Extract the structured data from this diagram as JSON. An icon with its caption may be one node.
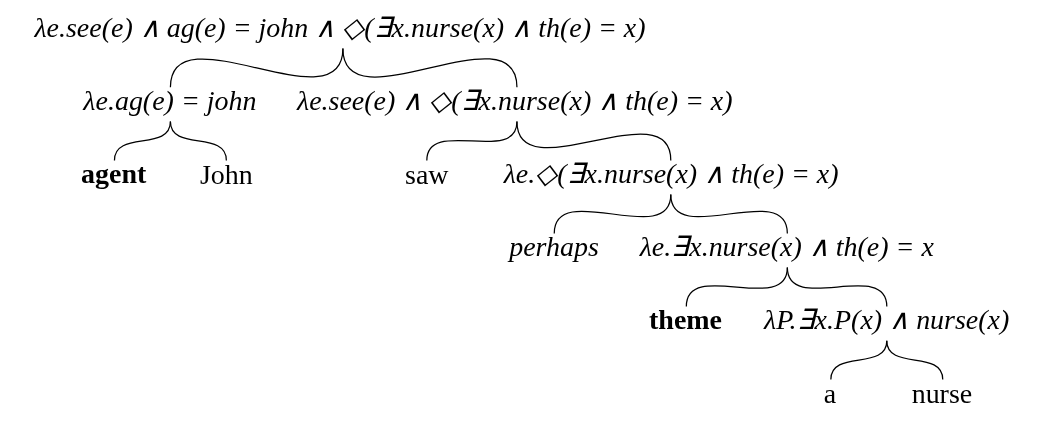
{
  "diagram": {
    "nodes": [
      {
        "text": [
          "λe.see(e) ∧ ag(e) = john ∧ ◇(∃x.nurse(x) ∧ th(e) = x)"
        ]
      },
      {
        "text": [
          "λe.ag(e) = john"
        ]
      },
      {
        "text": [
          "λe.see(e) ∧ ◇(∃x.nurse(x) ∧ th(e) = x)"
        ]
      },
      {
        "text": [
          "agent"
        ]
      },
      {
        "text": [
          "John"
        ]
      },
      {
        "text": [
          "saw"
        ]
      },
      {
        "text": [
          "λe.◇(∃x.nurse(x) ∧ th(e) = x)"
        ]
      },
      {
        "text": [
          "perhaps"
        ]
      },
      {
        "text": [
          "λe.∃x.nurse(x) ∧ th(e) = x"
        ]
      },
      {
        "text": [
          "theme"
        ]
      },
      {
        "text": [
          "λP.∃x.P(x) ∧ nurse(x)"
        ]
      },
      {
        "text": [
          "a"
        ]
      },
      {
        "text": [
          "nurse"
        ]
      }
    ],
    "edges": [
      {
        "from": 0,
        "to": 1,
        "arrow": "none"
      },
      {
        "from": 0,
        "to": 2,
        "arrow": "none"
      },
      {
        "from": 1,
        "to": 3,
        "arrow": "none"
      },
      {
        "from": 1,
        "to": 4,
        "arrow": "none"
      },
      {
        "from": 2,
        "to": 5,
        "arrow": "none"
      },
      {
        "from": 2,
        "to": 6,
        "arrow": "none"
      },
      {
        "from": 6,
        "to": 7,
        "arrow": "none"
      },
      {
        "from": 6,
        "to": 8,
        "arrow": "none"
      },
      {
        "from": 8,
        "to": 9,
        "arrow": "none"
      },
      {
        "from": 8,
        "to": 10,
        "arrow": "none"
      },
      {
        "from": 10,
        "to": 11,
        "arrow": "none"
      },
      {
        "from": 10,
        "to": 12,
        "arrow": "none"
      }
    ]
  }
}
